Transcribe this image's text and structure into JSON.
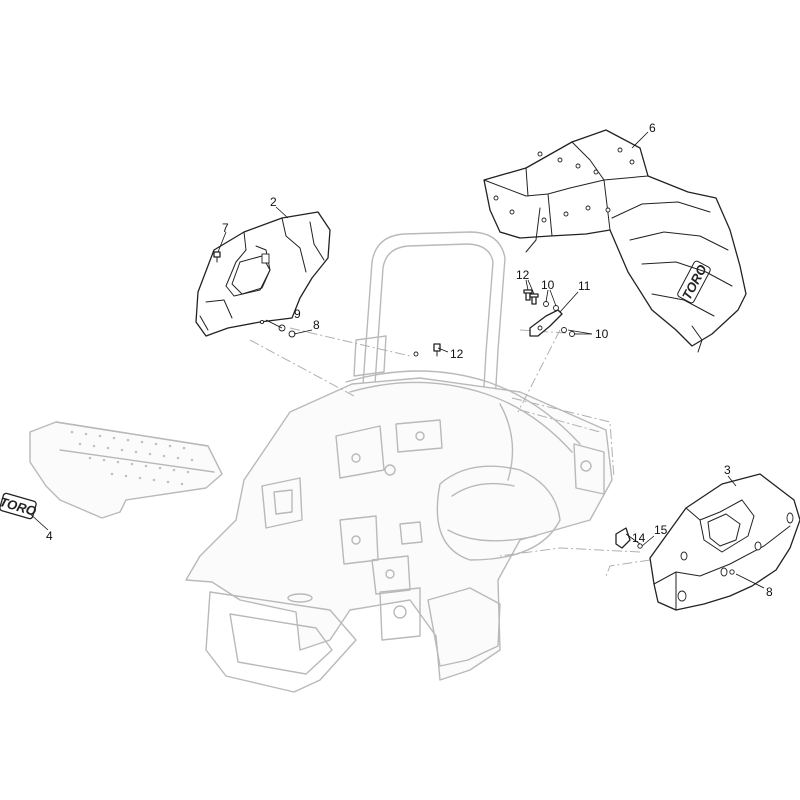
{
  "callouts": [
    {
      "id": "c2",
      "label": "2"
    },
    {
      "id": "c7",
      "label": "7"
    },
    {
      "id": "c9",
      "label": "9"
    },
    {
      "id": "c8a",
      "label": "8"
    },
    {
      "id": "c6",
      "label": "6"
    },
    {
      "id": "c12a",
      "label": "12"
    },
    {
      "id": "c10a",
      "label": "10"
    },
    {
      "id": "c11",
      "label": "11"
    },
    {
      "id": "c10b",
      "label": "10"
    },
    {
      "id": "c12b",
      "label": "12"
    },
    {
      "id": "c3",
      "label": "3"
    },
    {
      "id": "c14",
      "label": "14"
    },
    {
      "id": "c15",
      "label": "15"
    },
    {
      "id": "c8b",
      "label": "8"
    },
    {
      "id": "c4",
      "label": "4"
    }
  ],
  "logo": {
    "text": "TORO"
  },
  "colors": {
    "part_stroke": "#222222",
    "ghost_stroke": "#b9b9b9",
    "background": "#ffffff"
  }
}
